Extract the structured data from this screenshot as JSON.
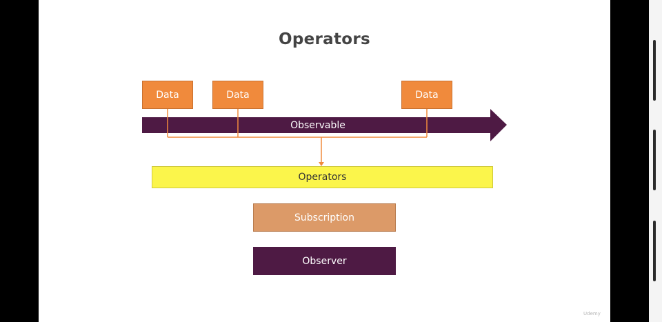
{
  "title": "Operators",
  "data_boxes": [
    {
      "label": "Data"
    },
    {
      "label": "Data"
    },
    {
      "label": "Data"
    }
  ],
  "observable": {
    "label": "Observable"
  },
  "operators": {
    "label": "Operators"
  },
  "subscription": {
    "label": "Subscription"
  },
  "observer": {
    "label": "Observer"
  },
  "watermark": "Udemy",
  "colors": {
    "data": "#f08a3c",
    "stream": "#4e1a44",
    "operators": "#fbf54b",
    "subscription": "#dc9a68",
    "observer": "#4e1a44",
    "connector": "#f08a3c"
  }
}
